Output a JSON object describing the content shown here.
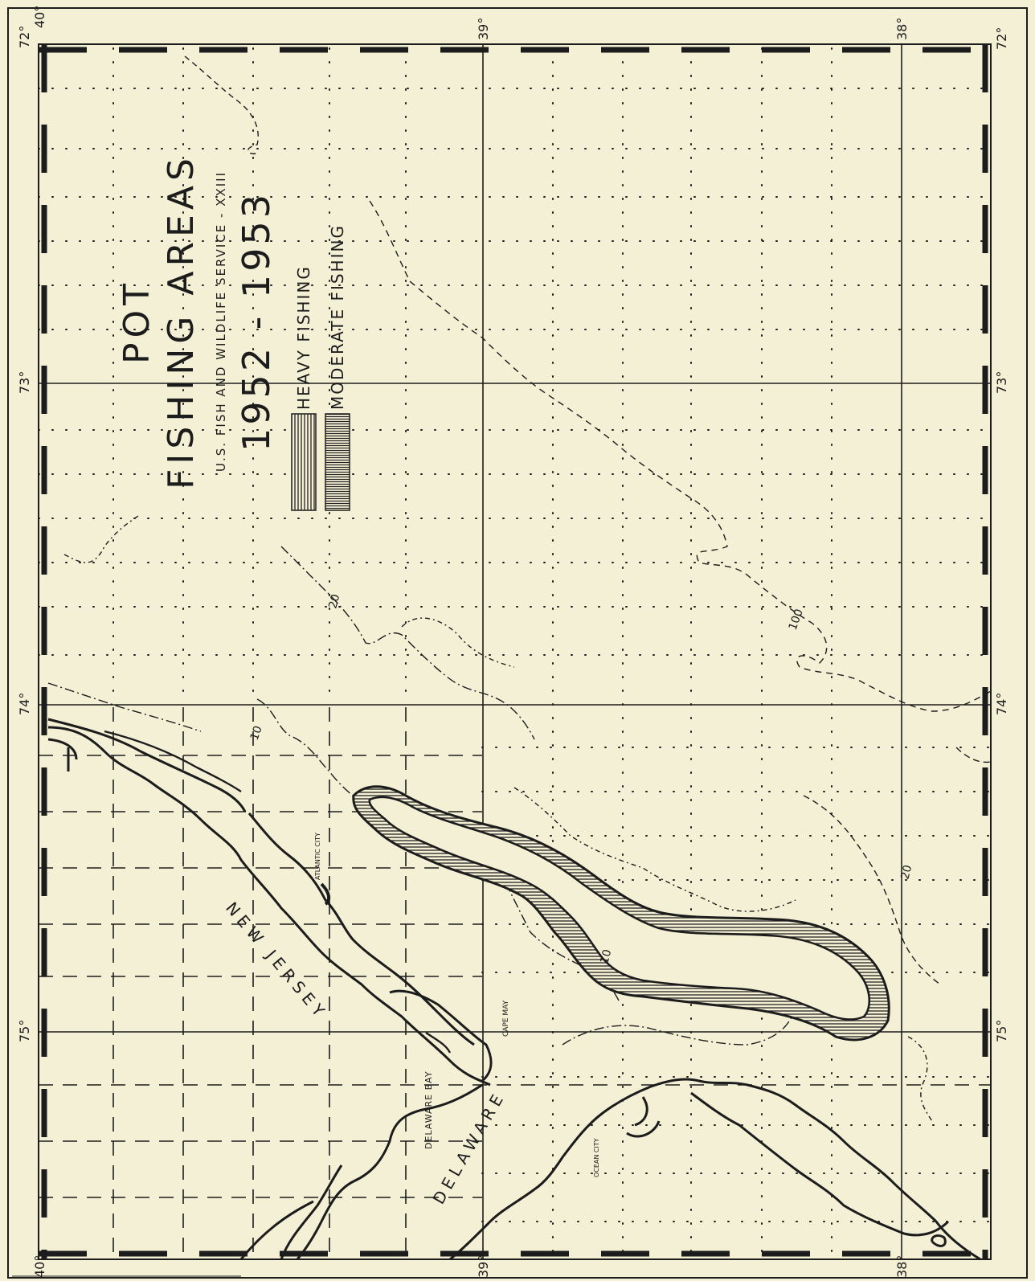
{
  "map": {
    "title_line1": "POT",
    "title_line2": "FISHING AREAS",
    "agency": "U.S. FISH AND WILDLIFE SERVICE - XXIII",
    "years": "1952 - 1953",
    "legend": [
      {
        "label": "HEAVY FISHING",
        "pattern": "hatched"
      },
      {
        "label": "MODERATE FISHING",
        "pattern": "blank"
      }
    ],
    "longitude_labels": [
      "72°",
      "73°",
      "74°",
      "75°"
    ],
    "latitude_labels": [
      "40°",
      "39°",
      "38°"
    ],
    "corner_left_bottom": "40°",
    "place_names": {
      "new_jersey": "NEW JERSEY",
      "delaware": "DELAWARE",
      "delaware_bay": "DELAWARE BAY",
      "cape_may": "CAPE MAY",
      "atlantic_city": "ATLANTIC CITY",
      "ocean_city": "OCEAN CITY"
    },
    "depth_contours": {
      "c10_a": "10",
      "c10_b": "10",
      "c20_a": "20",
      "c20_b": "20",
      "c100": "100"
    },
    "colors": {
      "paper": "#f4f0d6",
      "ink": "#1c1c1c"
    }
  }
}
